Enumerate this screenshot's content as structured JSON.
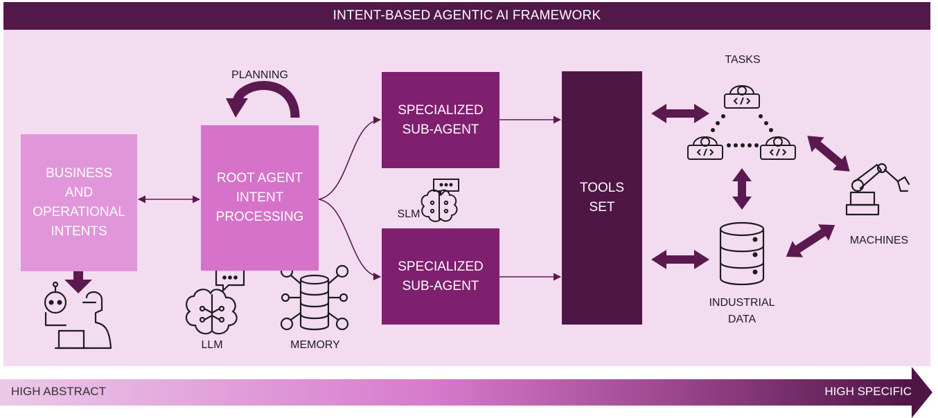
{
  "title": "INTENT-BASED AGENTIC AI FRAMEWORK",
  "boxes": {
    "business": "BUSINESS\nAND\nOPERATIONAL\nINTENTS",
    "root_agent": "ROOT AGENT\nINTENT\nPROCESSING",
    "sub_agent_1": "SPECIALIZED\nSUB-AGENT",
    "sub_agent_2": "SPECIALIZED\nSUB-AGENT",
    "tools_set": "TOOLS\nSET"
  },
  "labels": {
    "planning": "PLANNING",
    "llm": "LLM",
    "memory": "MEMORY",
    "slm": "SLM",
    "tasks": "TASKS",
    "industrial_data": "INDUSTRIAL\nDATA",
    "machines": "MACHINES"
  },
  "scale_bar": {
    "left": "HIGH ABSTRACT",
    "right": "HIGH SPECIFIC"
  },
  "icons": [
    "human-robot-icon",
    "brain-chat-icon",
    "memory-database-icon",
    "brain-chat-icon",
    "code-gear-icon",
    "database-icon",
    "robot-arm-icon"
  ],
  "colors": {
    "header": "#521849",
    "panel": "#f4dcf0",
    "business": "#e196da",
    "root_agent": "#d672c9",
    "sub_agent": "#7e1f70",
    "tools": "#4e1545",
    "arrows": "#5a1a50"
  }
}
